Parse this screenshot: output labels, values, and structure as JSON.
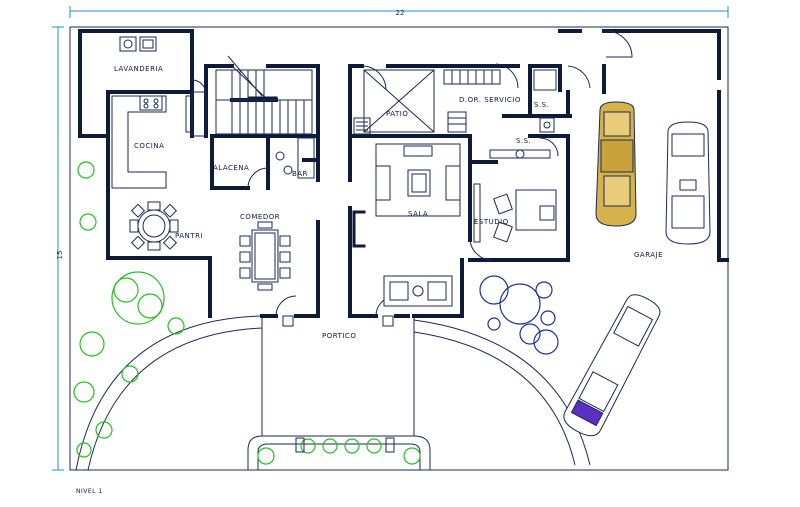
{
  "drawing": {
    "width_dimension": "22",
    "depth_dimension": "15",
    "level_label": "NIVEL 1"
  },
  "rooms": {
    "lavanderia": "LAVANDERIA",
    "cocina": "COCINA",
    "alacena": "ALACENA",
    "bar": "BAR",
    "pantri": "PANTRI",
    "comedor": "COMEDOR",
    "patio": "PATIO",
    "dor_servicio": "D.OR. SERVICIO",
    "ss_top": "S.S.",
    "ss_mid": "S.S.",
    "sala": "SALA",
    "estudio": "ESTUDIO",
    "garaje": "GARAJE",
    "portico": "PORTICO"
  },
  "colors": {
    "walls": "#0d1a3a",
    "dimension_lines": "#1c8fd6",
    "trees_green": "#21c21f",
    "trees_blue": "#1e2f9a",
    "car_gold": "#d6b24a",
    "car_windshield": "#5a2fc2"
  }
}
